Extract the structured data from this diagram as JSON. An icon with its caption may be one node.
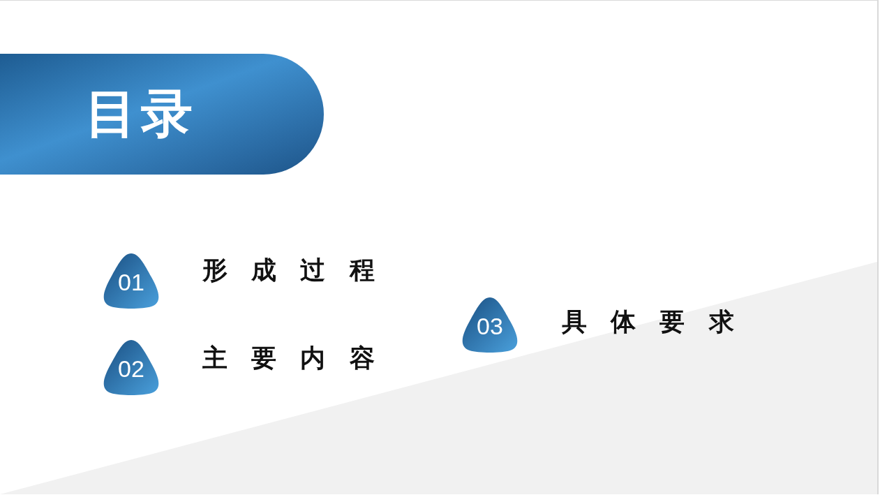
{
  "diagram": {
    "nodes": [
      {
        "text": [
          "目录"
        ]
      },
      {
        "text": [
          "01"
        ],
        "beside": [
          "形成过程"
        ]
      },
      {
        "text": [
          "02"
        ],
        "beside": [
          "主要内容"
        ]
      },
      {
        "text": [
          "03"
        ],
        "beside": [
          "具体要求"
        ]
      }
    ]
  }
}
